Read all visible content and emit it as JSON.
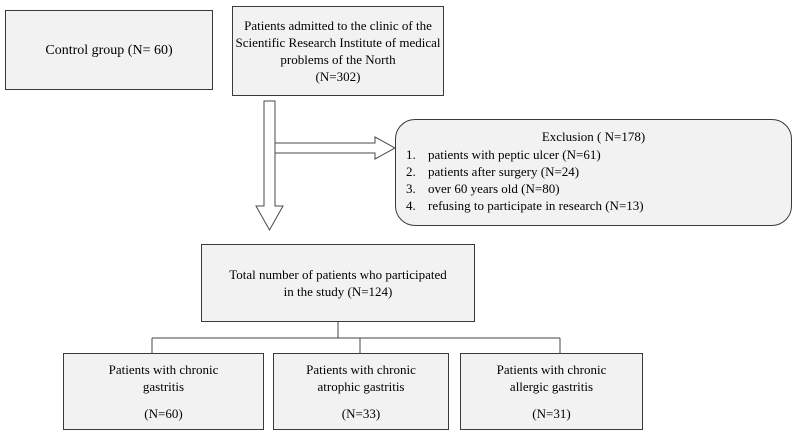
{
  "control_group": "Control group (N= 60)",
  "admitted": {
    "lines": [
      "Patients admitted to the clinic of the",
      "Scientific Research Institute of medical",
      "problems of the North",
      "(N=302)"
    ]
  },
  "exclusion": {
    "title": "Exclusion ( N=178)",
    "items": [
      {
        "num": "1.",
        "text": "patients with peptic ulcer (N=61)"
      },
      {
        "num": "2.",
        "text": "patients after surgery (N=24)"
      },
      {
        "num": "3.",
        "text": "over 60 years old (N=80)"
      },
      {
        "num": "4.",
        "text": "refusing to participate in research (N=13)"
      }
    ]
  },
  "total": {
    "lines": [
      "Total number of patients who participated",
      "in the study (N=124)"
    ]
  },
  "groups": [
    {
      "lines": [
        "Patients with chronic",
        "gastritis"
      ],
      "n": "(N=60)"
    },
    {
      "lines": [
        "Patients with chronic",
        "atrophic gastritis"
      ],
      "n": "(N=33)"
    },
    {
      "lines": [
        "Patients with chronic",
        "allergic gastritis"
      ],
      "n": "(N=31)"
    }
  ]
}
